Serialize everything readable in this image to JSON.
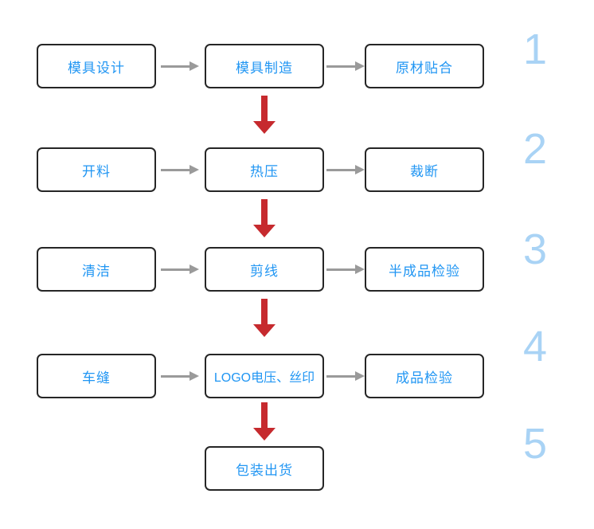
{
  "title": "production-process-flowchart",
  "colors": {
    "box_text": "#2196f3",
    "box_border": "#262626",
    "box_background": "#ffffff",
    "horizontal_arrow": "#9a9a9a",
    "vertical_arrow": "#c62a2e",
    "step_number": "#a9d3f5",
    "background": "#ffffff"
  },
  "steps": [
    {
      "number": "1",
      "boxes": [
        "模具设计",
        "模具制造",
        "原材贴合"
      ]
    },
    {
      "number": "2",
      "boxes": [
        "开料",
        "热压",
        "裁断"
      ]
    },
    {
      "number": "3",
      "boxes": [
        "清洁",
        "剪线",
        "半成品检验"
      ]
    },
    {
      "number": "4",
      "boxes": [
        "车缝",
        "LOGO电压、丝印",
        "成品检验"
      ]
    },
    {
      "number": "5",
      "boxes": [
        "包装出货"
      ]
    }
  ]
}
